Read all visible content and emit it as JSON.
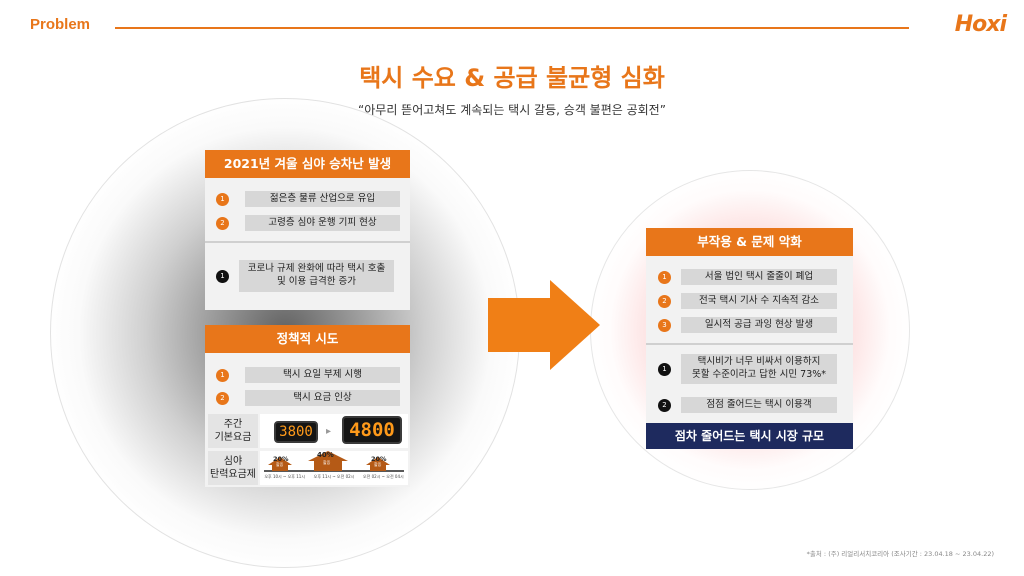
{
  "header": {
    "section": "Problem",
    "logo": "Hoxi"
  },
  "title": "택시 수요 & 공급 불균형 심화",
  "subtitle": "“아무리 뜯어고쳐도 계속되는 택시 갈등, 승객 불편은 공회전”",
  "panel1": {
    "title": "2021년 겨울 심야 승차난 발생",
    "items": [
      {
        "num": "1",
        "label": "젊은층 물류 산업으로 유입"
      },
      {
        "num": "2",
        "label": "고령층 심야 운행 기피 현상"
      }
    ],
    "sub_item": {
      "num": "1",
      "label": "코로나 규제 완화에 따라 택시 호출\n및 이용 급격한 증가"
    }
  },
  "panel2": {
    "title": "정책적 시도",
    "items": [
      {
        "num": "1",
        "label": "택시 요일 부제 시행"
      },
      {
        "num": "2",
        "label": "택시 요금 인상"
      }
    ],
    "fare": {
      "base_label": "주간\n기본요금",
      "old_fare": "3800",
      "new_fare": "4800",
      "surge_label": "심야\n탄력요금제",
      "surge_values": [
        "20%",
        "40%",
        "20%"
      ],
      "surge_sub": [
        "할증",
        "할증",
        "할증"
      ],
      "time_labels": [
        "오후 10시 ~ 오후 11시",
        "오후 11시 ~ 오전 02시",
        "오전 02시 ~ 오전 04시"
      ]
    }
  },
  "panel3": {
    "title": "부작용 & 문제 악화",
    "items": [
      {
        "num": "1",
        "label": "서울 법인 택시 줄줄이 폐업"
      },
      {
        "num": "2",
        "label": "전국 택시 기사 수 지속적 감소"
      },
      {
        "num": "3",
        "label": "일시적 공급 과잉 현상 발생"
      }
    ],
    "sub_items": [
      {
        "num": "1",
        "label": "택시비가 너무 비싸서 이용하지\n못할 수준이라고 답한 시민 73%*"
      },
      {
        "num": "2",
        "label": "점점 줄어드는 택시 이용객"
      }
    ],
    "footer": "점차 줄어드는 택시 시장 규모"
  },
  "source": "*출처 : (주) 리얼리서치코리아 (조사기간 : 23.04.18 ~ 23.04.22)",
  "colors": {
    "accent": "#e8761a",
    "navy": "#1e2a5e",
    "panel": "#f2f2f2",
    "pill": "#d7d7d7"
  }
}
